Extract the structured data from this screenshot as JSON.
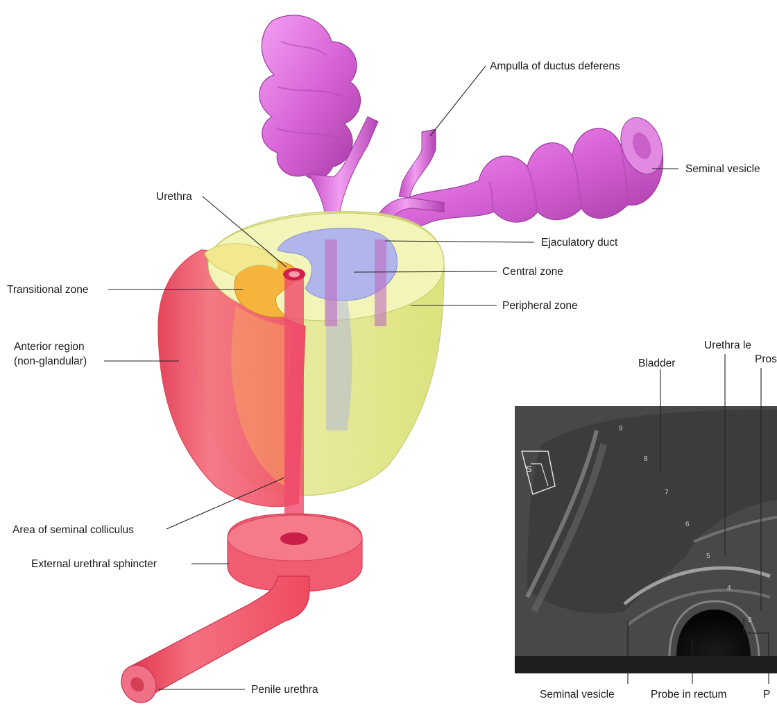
{
  "labels": {
    "ampulla": "Ampulla of ductus deferens",
    "seminal_vesicle": "Seminal vesicle",
    "urethra": "Urethra",
    "ejaculatory_duct": "Ejaculatory duct",
    "central_zone": "Central zone",
    "transitional_zone": "Transitional zone",
    "peripheral_zone": "Peripheral zone",
    "anterior_region_1": "Anterior region",
    "anterior_region_2": "(non-glandular)",
    "seminal_colliculus": "Area of seminal colliculus",
    "external_sphincter": "External urethral sphincter",
    "penile_urethra": "Penile urethra"
  },
  "ultrasound": {
    "bladder": "Bladder",
    "urethra_label": "Urethra le",
    "prostate_label": "Pros",
    "seminal_vesicle": "Seminal vesicle",
    "probe": "Probe in rectum",
    "bottom_right": "P",
    "marker": "S",
    "depth_marks": [
      "9",
      "8",
      "7",
      "6",
      "5",
      "4",
      "3"
    ]
  },
  "colors": {
    "vesicle": "#d65fd6",
    "peripheral": "#e8ec98",
    "central": "#aab0ea",
    "transitional": "#f5b23a",
    "anterior": "#f0445a",
    "urethra": "#ee3866"
  }
}
